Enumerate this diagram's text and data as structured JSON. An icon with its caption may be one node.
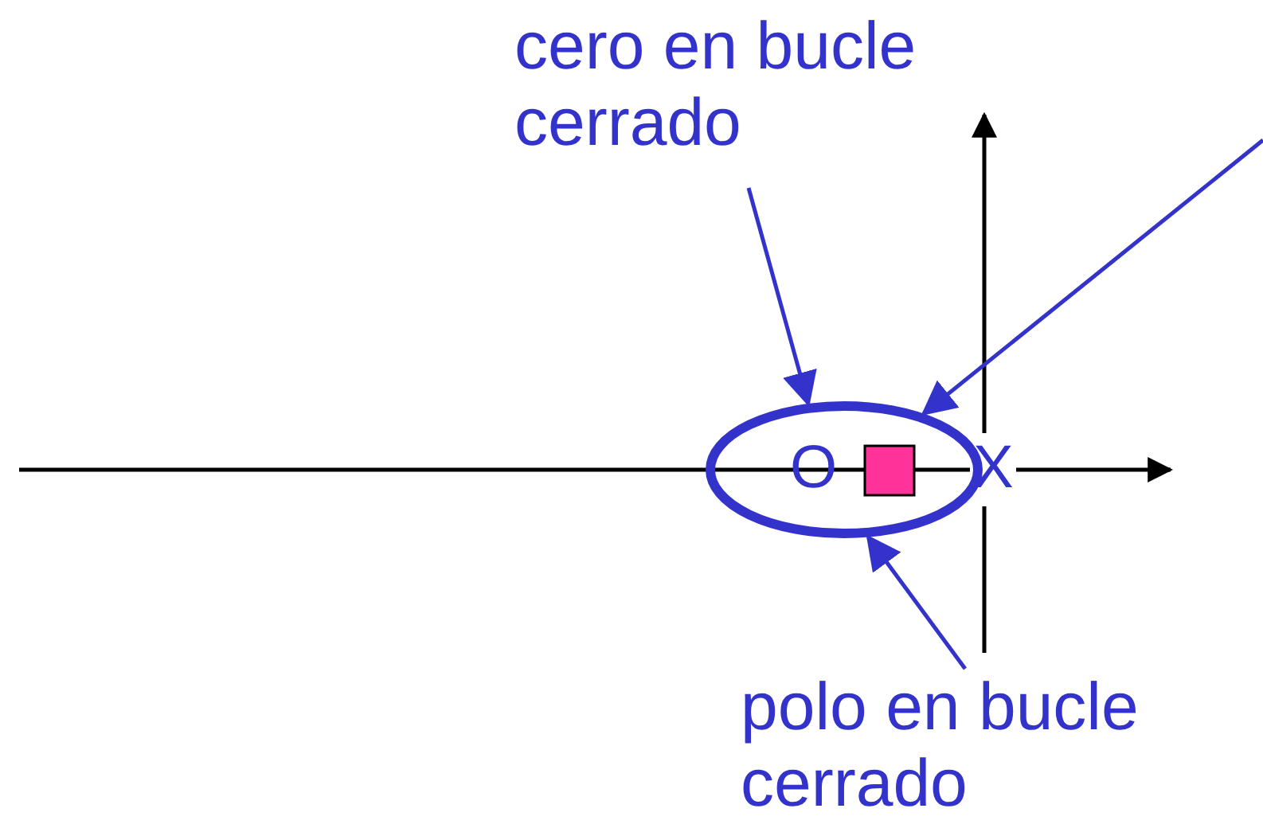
{
  "diagram": {
    "nodes": [
      {
        "text": [
          "cero en bucle cerrado"
        ]
      },
      {
        "text": [],
        "shape": "ellipse"
      },
      {
        "text": [
          "polo en bucle cerrado"
        ]
      }
    ],
    "edges": [
      {
        "from": 0,
        "to": 1,
        "arrow": "to"
      },
      {
        "from": null,
        "to": 1,
        "arrow": "to"
      },
      {
        "from": 2,
        "to": 1,
        "arrow": "to"
      }
    ],
    "labels": [
      "O",
      "X"
    ]
  }
}
